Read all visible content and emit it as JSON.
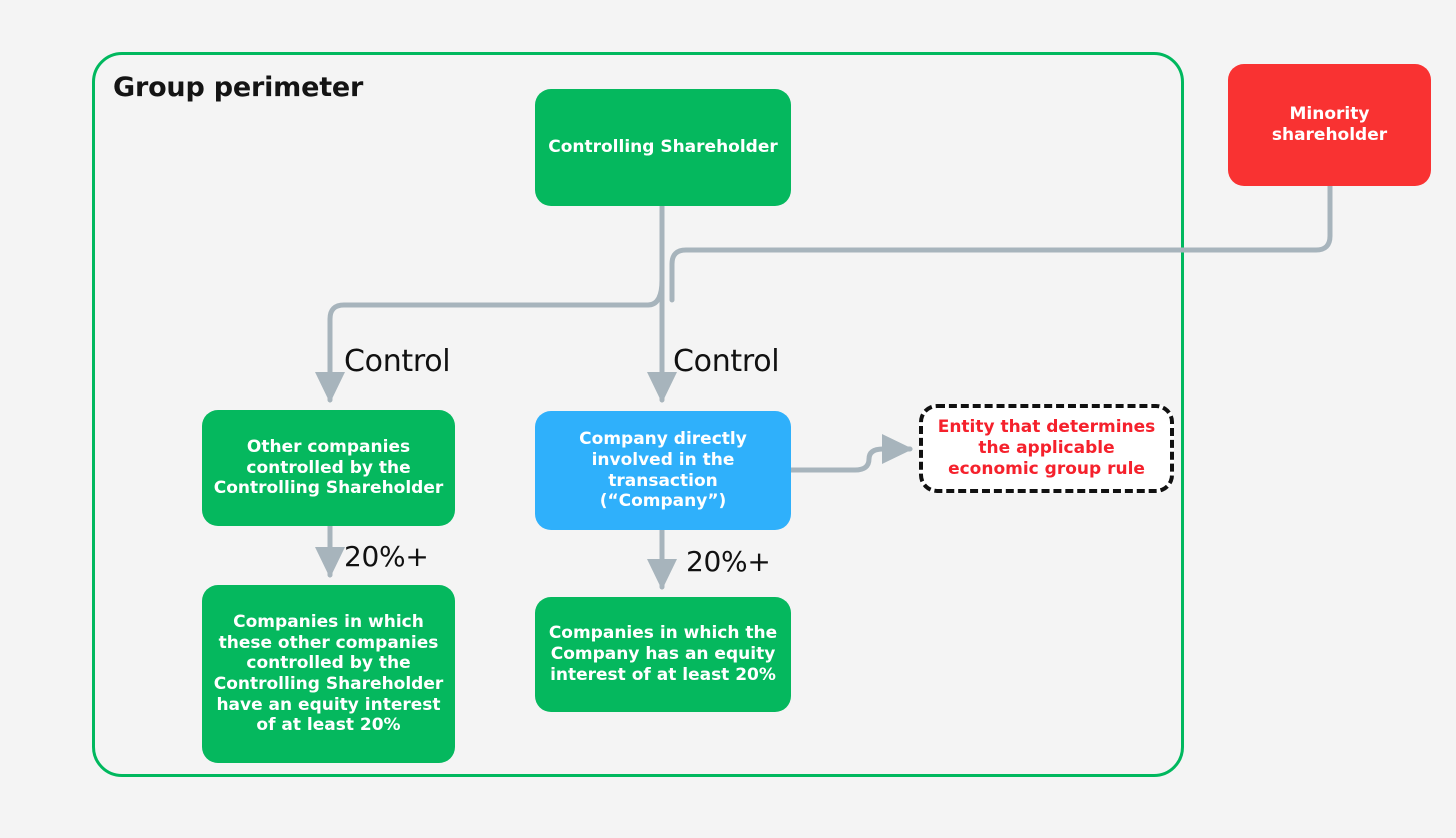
{
  "diagram": {
    "title": "Group perimeter",
    "background_color": "#f4f4f4",
    "perimeter_color": "#00b85e",
    "connector_color": "#a7b4bc"
  },
  "nodes": {
    "controlling_shareholder": {
      "label": "Controlling Shareholder",
      "color": "#05b85e",
      "shape": "rounded-rect"
    },
    "minority_shareholder": {
      "label": "Minority shareholder",
      "color": "#f93232",
      "shape": "rounded-rect"
    },
    "other_companies": {
      "label": "Other companies controlled by the Controlling Shareholder",
      "color": "#05b85e",
      "shape": "rounded-rect"
    },
    "company": {
      "label": "Company directly involved in the transaction (“Company”)",
      "color": "#2fb0fb",
      "shape": "rounded-rect"
    },
    "entity_rule": {
      "label": "Entity that determines the applicable economic group rule",
      "color": "#f5212c",
      "shape": "rounded-rect-dashed"
    },
    "subsidiaries_other": {
      "label": "Companies in which these other companies controlled by the Controlling Shareholder have an equity interest of at least 20%",
      "color": "#05b85e",
      "shape": "rounded-rect"
    },
    "subsidiaries_company": {
      "label": "Companies in which the Company has an equity interest of at least 20%",
      "color": "#05b85e",
      "shape": "rounded-rect"
    }
  },
  "edge_labels": {
    "control_left": "Control",
    "control_right": "Control",
    "percent_left": "20%+",
    "percent_right": "20%+"
  }
}
